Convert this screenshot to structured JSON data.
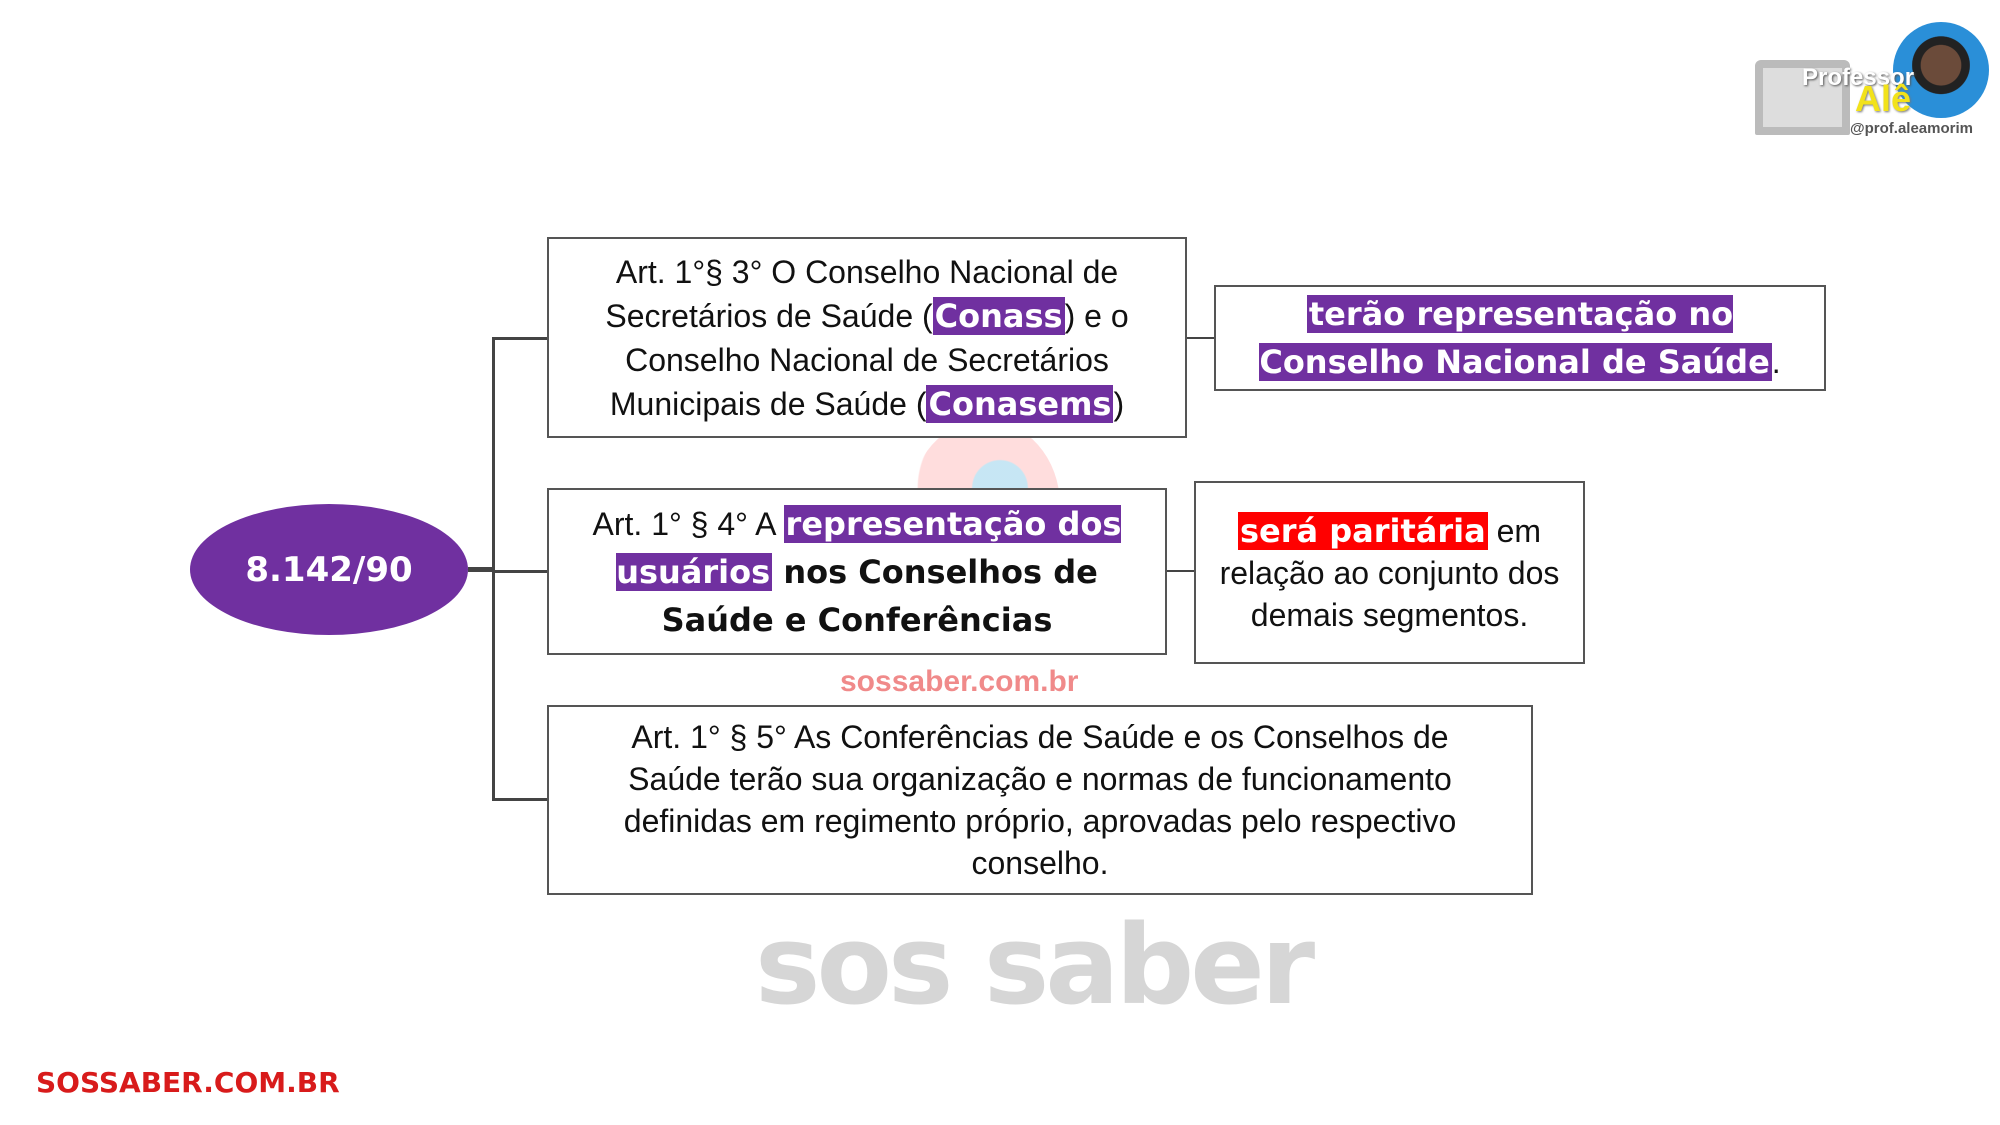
{
  "root": {
    "label": "8.142/90"
  },
  "nodes": [
    {
      "parts": [
        "Art. 1°§ 3° O Conselho Nacional de Secretários de Saúde (",
        "Conass",
        ") e o Conselho Nacional de Secretários Municipais de Saúde (",
        "Conasems",
        ")"
      ]
    },
    {
      "parts": [
        "terão representação no Conselho Nacional de Saúde",
        "."
      ]
    },
    {
      "parts": [
        "Art. 1° § 4° A ",
        "representação dos usuários",
        " nos Conselhos de Saúde e Conferências"
      ]
    },
    {
      "parts": [
        "será paritária",
        " em relação ao conjunto dos demais segmentos."
      ]
    },
    {
      "parts": [
        "Art. 1° § 5° As Conferências de Saúde e os Conselhos de Saúde terão sua organização e normas de funcionamento definidas em regimento próprio, aprovadas pelo respectivo conselho."
      ]
    }
  ],
  "watermark": {
    "brand": "sos saber",
    "url": "sossaber.com.br"
  },
  "logo": {
    "line1": "Professor",
    "line2": "Alê",
    "handle": "@prof.aleamorim"
  },
  "footer": {
    "site": "SOSSABER.COM.BR"
  },
  "colors": {
    "highlight": "#7030a0",
    "alert": "#ff0000",
    "footer": "#d81b1b"
  }
}
